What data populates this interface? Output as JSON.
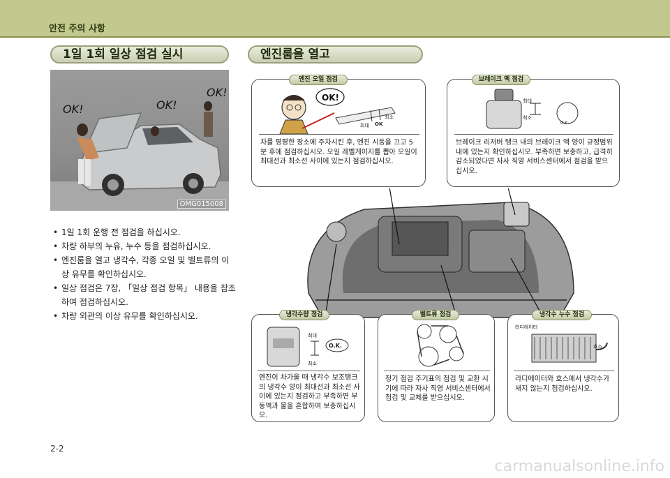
{
  "header": {
    "title": "안전 주의 사항"
  },
  "left": {
    "heading": "1일 1회 일상 점검 실시",
    "photo": {
      "ok1": "OK!",
      "ok2": "OK!",
      "ok3": "OK!",
      "code": "OMG015008"
    },
    "bullets": [
      "1일 1회 운행 전 점검을 하십시오.",
      "차량 하부의 누유, 누수 등을 점검하십시오.",
      "엔진룸을 열고 냉각수, 각종 오일 및 벨트류의 이상 유무를 확인하십시오.",
      "일상 점검은 7장, 「일상 점검 항목」 내용을 참조하여 점검하십시오.",
      "차량 외관의 이상 유무를 확인하십시오."
    ]
  },
  "right": {
    "heading": "엔진룸을 열고",
    "cards": {
      "engine_oil": {
        "tag": "엔진 오일 점검",
        "bubble": "OK!",
        "max": "최대",
        "min": "최소",
        "ok": "OK",
        "text": "차를 평평한 장소에 주차시킨 후, 엔진 시동을 끄고 5분 후에 점검하십시오. 오일 레벨게이지를 뽑아 오일이 최대선과 최소선 사이에 있는지 점검하십시오."
      },
      "brake_fluid": {
        "tag": "브레이크 액 점검",
        "max": "최대",
        "min": "최소",
        "ok": "O.K.",
        "text": "브레이크 리저버 탱크 내의 브레이크 액 양이 규정범위 내에 있는지 확인하십시오. 부족하면 보충하고, 급격히 감소되었다면 자사 직영 서비스센터에서 점검을 받으십시오."
      },
      "coolant_level": {
        "tag": "냉각수량 점검",
        "max": "최대",
        "min": "최소",
        "ok": "O.K.",
        "text": "엔진이 차가울 때 냉각수 보조탱크의 냉각수 양이 최대선과 최소선 사이에 있는지 점검하고 부족하면 부동액과 물을 혼합하여 보충하십시오."
      },
      "belt": {
        "tag": "벨트류 점검",
        "text": "정기 점검 주기표의 점검 및 교환 시기에 따라 자사 직영 서비스센터에서 점검 및 교체를 받으십시오."
      },
      "coolant_leak": {
        "tag": "냉각수 누수 점검",
        "radiator": "라디에이터",
        "hose": "호스",
        "text": "라디에이터와 호스에서 냉각수가 새지 않는지 점검하십시오."
      }
    }
  },
  "footer": {
    "page": "2-2",
    "watermark": "carmanualsonline.info"
  }
}
